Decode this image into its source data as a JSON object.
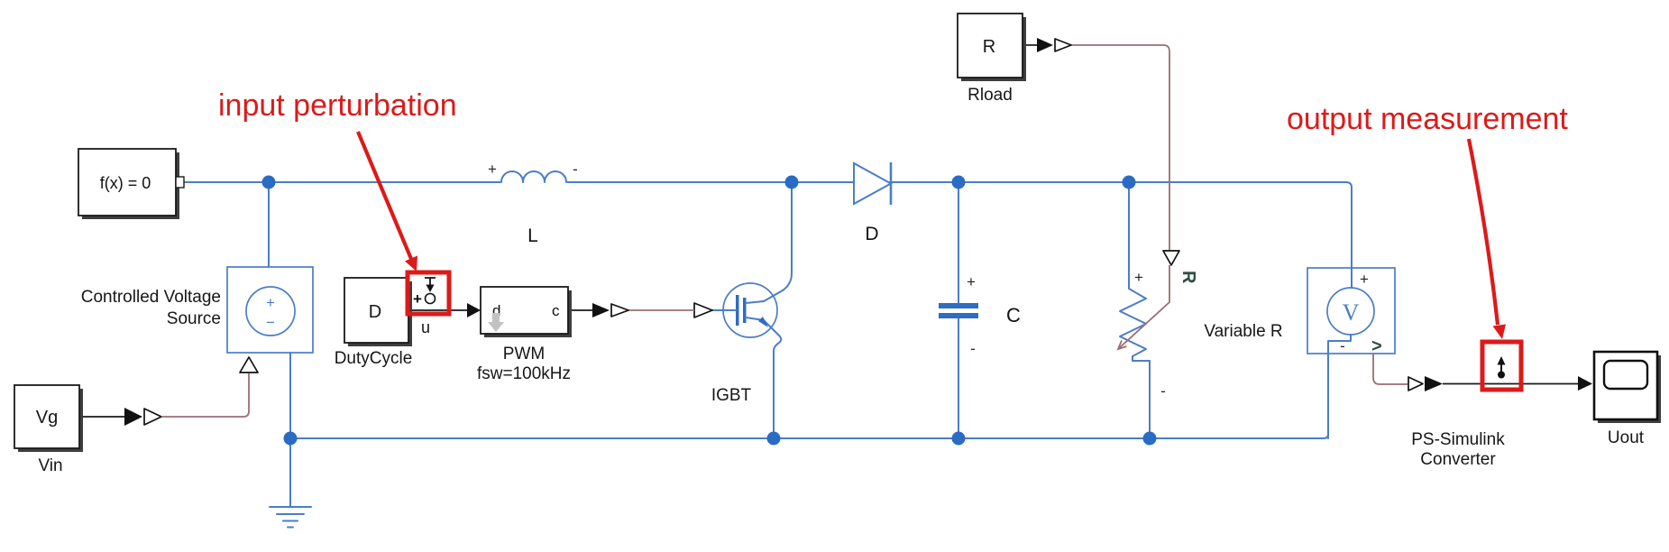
{
  "colors": {
    "wire_blue": "#4a7ec7",
    "junction_blue": "#2a6cc4",
    "physical_signal_maroon": "#9a6f72",
    "signal_black": "#1a1a1a",
    "annotation_red": "#dc1a1a",
    "port_green": "#2f4f3f"
  },
  "annotations": {
    "input": "input perturbation",
    "output": "output measurement"
  },
  "blocks": {
    "solver": {
      "text": "f(x) = 0"
    },
    "vin": {
      "text": "Vg",
      "label": "Vin"
    },
    "duty": {
      "text": "D",
      "label": "DutyCycle"
    },
    "perturbation": {
      "label": "u",
      "plus": "+"
    },
    "pwm": {
      "port_in": "d",
      "port_out": "c",
      "name": "PWM",
      "param": "fsw=100kHz"
    },
    "cvs": {
      "label_line1": "Controlled Voltage",
      "label_line2": "Source",
      "plus": "+",
      "minus": "−"
    },
    "inductor": {
      "label": "L",
      "plus": "+",
      "minus": "-"
    },
    "diode": {
      "label": "D"
    },
    "igbt": {
      "label": "IGBT"
    },
    "capacitor": {
      "label": "C",
      "plus": "+",
      "minus": "-"
    },
    "rload": {
      "text": "R",
      "label": "Rload"
    },
    "variable_r": {
      "label": "Variable R",
      "plus": "+",
      "minus": "-",
      "port": "R"
    },
    "voltmeter": {
      "symbol": "V",
      "plus": "+",
      "minus": "-",
      "port": ">"
    },
    "ps_converter": {
      "label_line1": "PS-Simulink",
      "label_line2": "Converter"
    },
    "scope": {
      "label": "Uout"
    }
  }
}
